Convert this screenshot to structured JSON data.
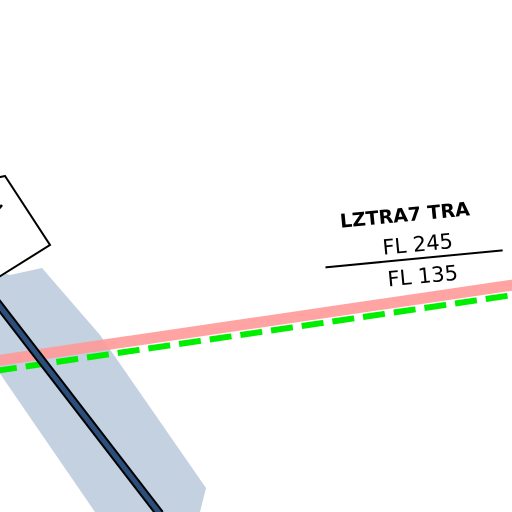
{
  "airspace": {
    "name": "LZTRA7 TRA",
    "upper_limit": "FL 245",
    "lower_limit": "FL 135"
  },
  "colors": {
    "background": "#ffffff",
    "boundary_red": "#ff9a9a",
    "boundary_green": "#00ee00",
    "corridor_fill": "#b4c6d8",
    "route_line": "#2b4e7a",
    "label_box_border": "#000000"
  }
}
